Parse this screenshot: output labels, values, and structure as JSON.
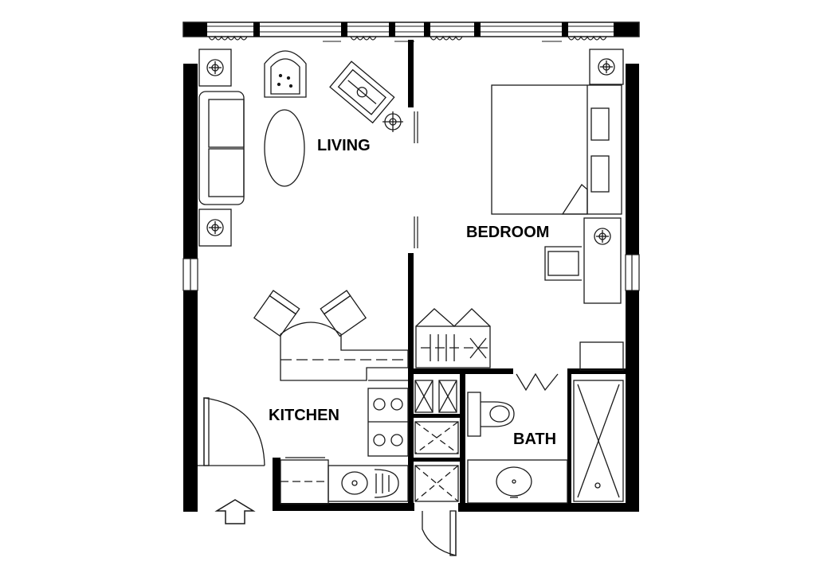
{
  "rooms": {
    "living": "LIVING",
    "bedroom": "BEDROOM",
    "kitchen": "KITCHEN",
    "bath": "BATH"
  },
  "colors": {
    "wall": "#000000",
    "line": "#1a1a1a",
    "background": "#ffffff"
  },
  "icons": {
    "entry": "entry-arrow-icon"
  }
}
